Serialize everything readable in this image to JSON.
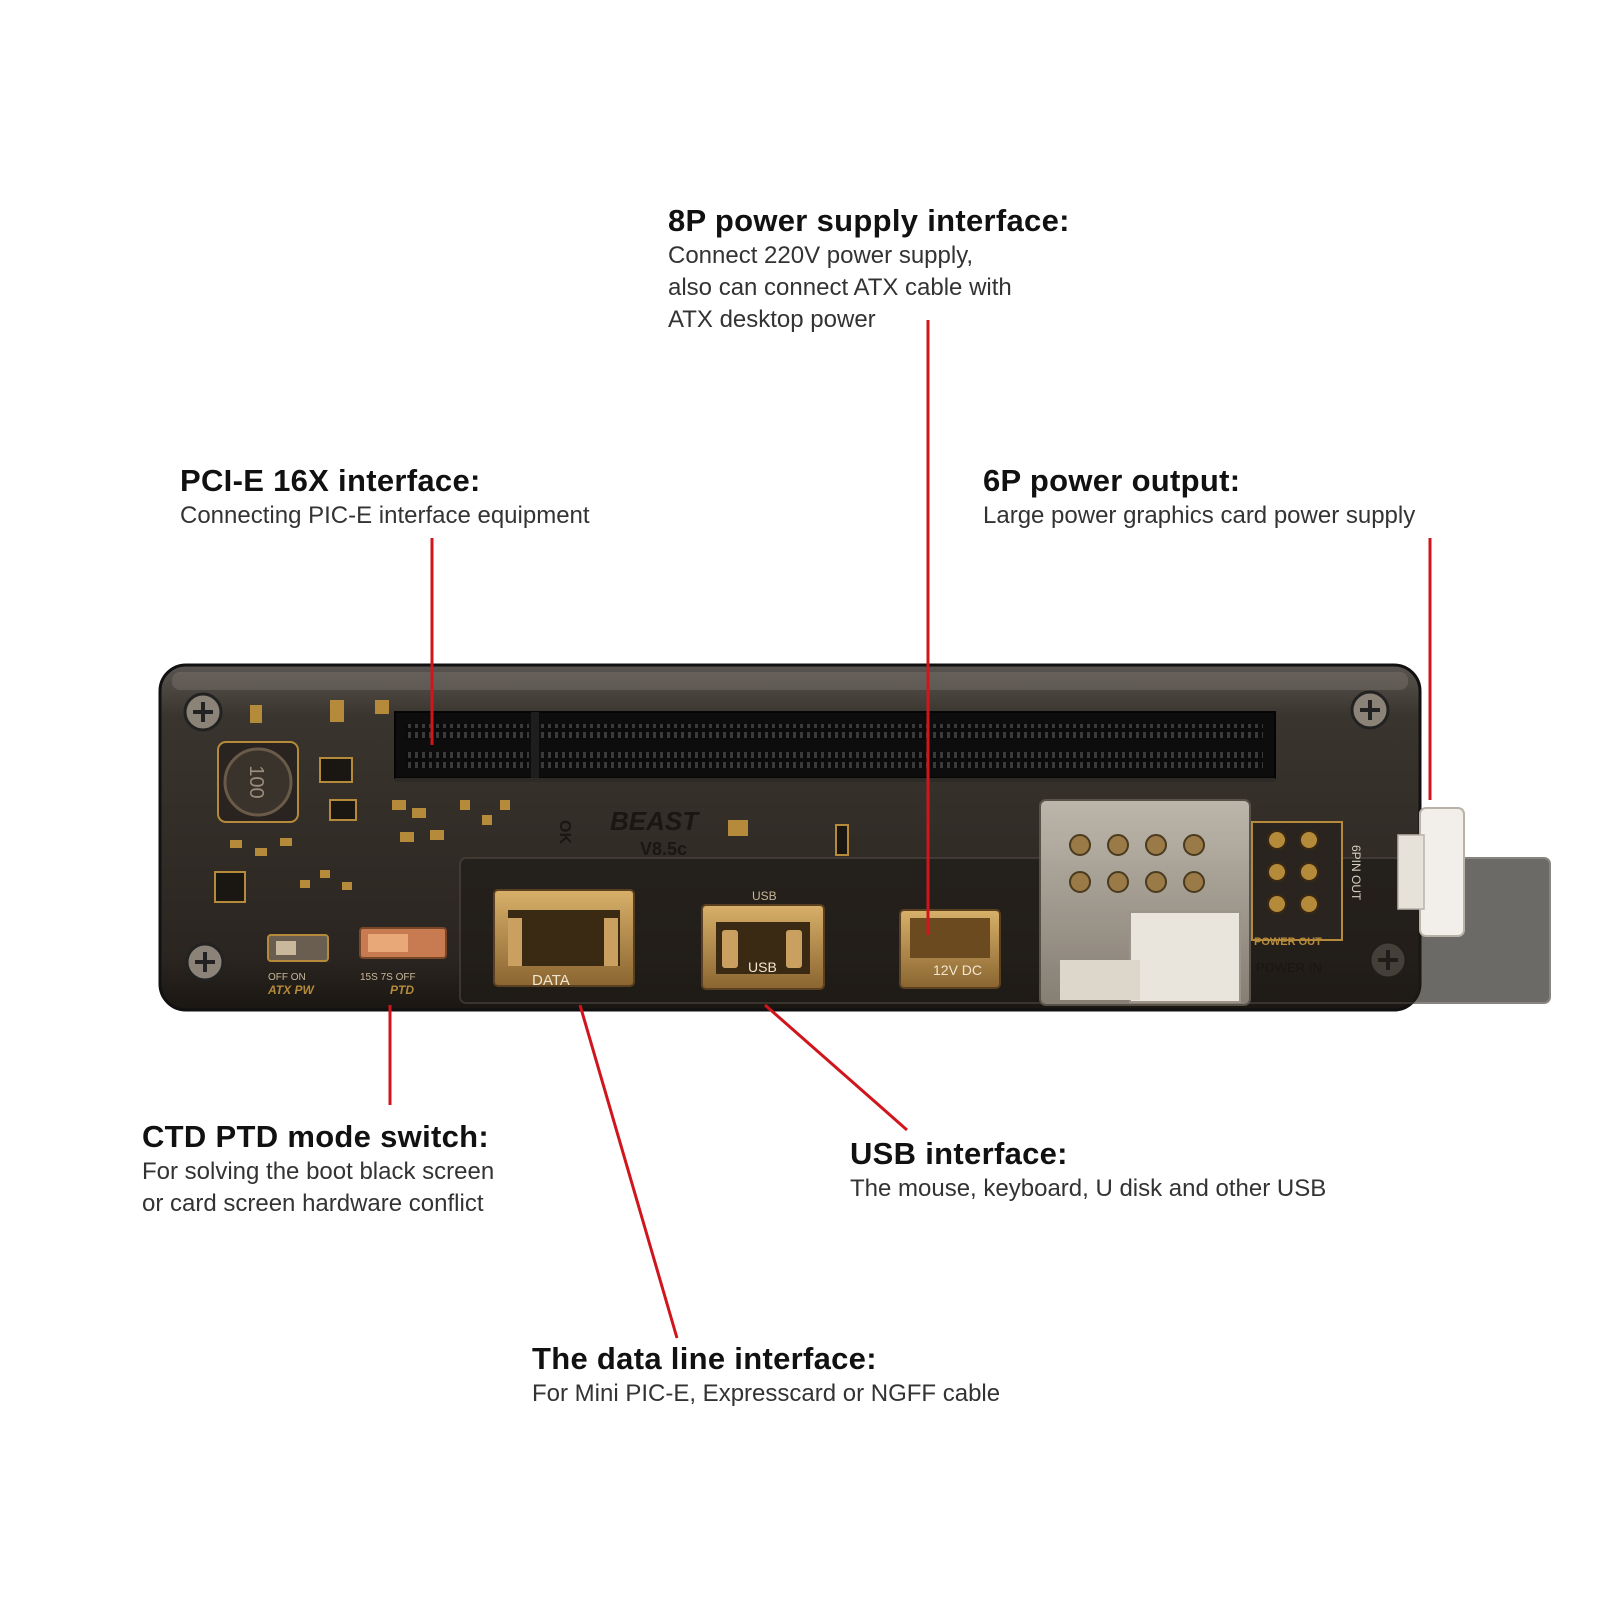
{
  "annotations": {
    "power8p": {
      "title": "8P power supply interface:",
      "lines": [
        "Connect 220V power supply,",
        "also can connect ATX cable with",
        "ATX desktop power"
      ]
    },
    "pcie16x": {
      "title": "PCI-E 16X interface:",
      "lines": [
        "Connecting PIC-E interface equipment"
      ]
    },
    "power6p": {
      "title": "6P power output:",
      "lines": [
        "Large power graphics card power supply"
      ]
    },
    "ctdptd": {
      "title": "CTD PTD mode switch:",
      "lines": [
        "For solving the boot black screen",
        "or card screen hardware conflict"
      ]
    },
    "usb": {
      "title": "USB interface:",
      "lines": [
        "The mouse, keyboard, U disk and other USB"
      ]
    },
    "dataline": {
      "title": "The data line interface:",
      "lines": [
        "For Mini PIC-E, Expresscard or NGFF cable"
      ]
    }
  },
  "board": {
    "brand": "BEAST",
    "version": "V8.5c",
    "ok_label": "OK",
    "port_labels": {
      "data": "DATA",
      "usb_top": "USB",
      "usb": "USB",
      "dc": "12V DC",
      "power_in": "POWER IN",
      "power_out": "POWER OUT",
      "six_pin_out": "6PIN OUT"
    },
    "switch_labels": {
      "atx_pw": "ATX PW",
      "atx_states": "OFF  ON",
      "ptd": "PTD",
      "ptd_states": "15S  7S  OFF"
    },
    "inductor_marking": "100"
  },
  "colors": {
    "leader_line": "#d0151d",
    "board_body": "#2b2621",
    "pcb_gold": "#b58a3a",
    "slot_black": "#0d0d0d"
  }
}
